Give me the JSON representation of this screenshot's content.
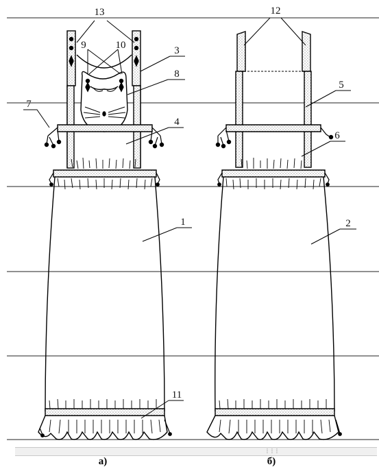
{
  "figure": {
    "labels": {
      "n1": "1",
      "n2": "2",
      "n3": "3",
      "n4": "4",
      "n5": "5",
      "n6": "6",
      "n7": "7",
      "n8": "8",
      "n9": "9",
      "n10": "10",
      "n11": "11",
      "n12": "12",
      "n13": "13"
    },
    "captions": {
      "front": "а)",
      "back": "б)"
    }
  },
  "colors": {
    "line": "#000000",
    "scrollbar": "#f0f0f0"
  }
}
